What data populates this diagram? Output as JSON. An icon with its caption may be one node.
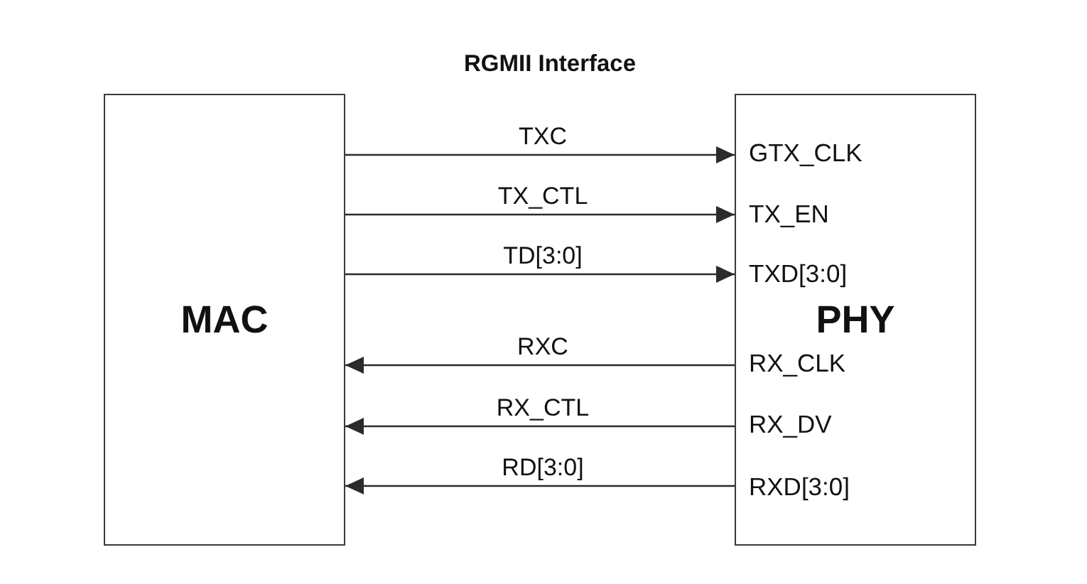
{
  "diagram": {
    "title": "RGMII Interface",
    "nodes": [
      {
        "text": [
          "MAC"
        ]
      },
      {
        "text": [
          "PHY"
        ]
      }
    ],
    "edges": [
      {
        "from": 0,
        "to": 1,
        "arrow": "to",
        "label": "TXC"
      },
      {
        "from": 0,
        "to": 1,
        "arrow": "to",
        "label": "TX_CTL"
      },
      {
        "from": 0,
        "to": 1,
        "arrow": "to",
        "label": "TD[3:0]"
      },
      {
        "from": 1,
        "to": 0,
        "arrow": "to",
        "label": "RXC"
      },
      {
        "from": 1,
        "to": 0,
        "arrow": "to",
        "label": "RX_CTL"
      },
      {
        "from": 1,
        "to": 0,
        "arrow": "to",
        "label": "RD[3:0]"
      }
    ],
    "labels": [
      "GTX_CLK",
      "TX_EN",
      "TXD[3:0]",
      "RX_CLK",
      "RX_DV",
      "RXD[3:0]"
    ]
  }
}
